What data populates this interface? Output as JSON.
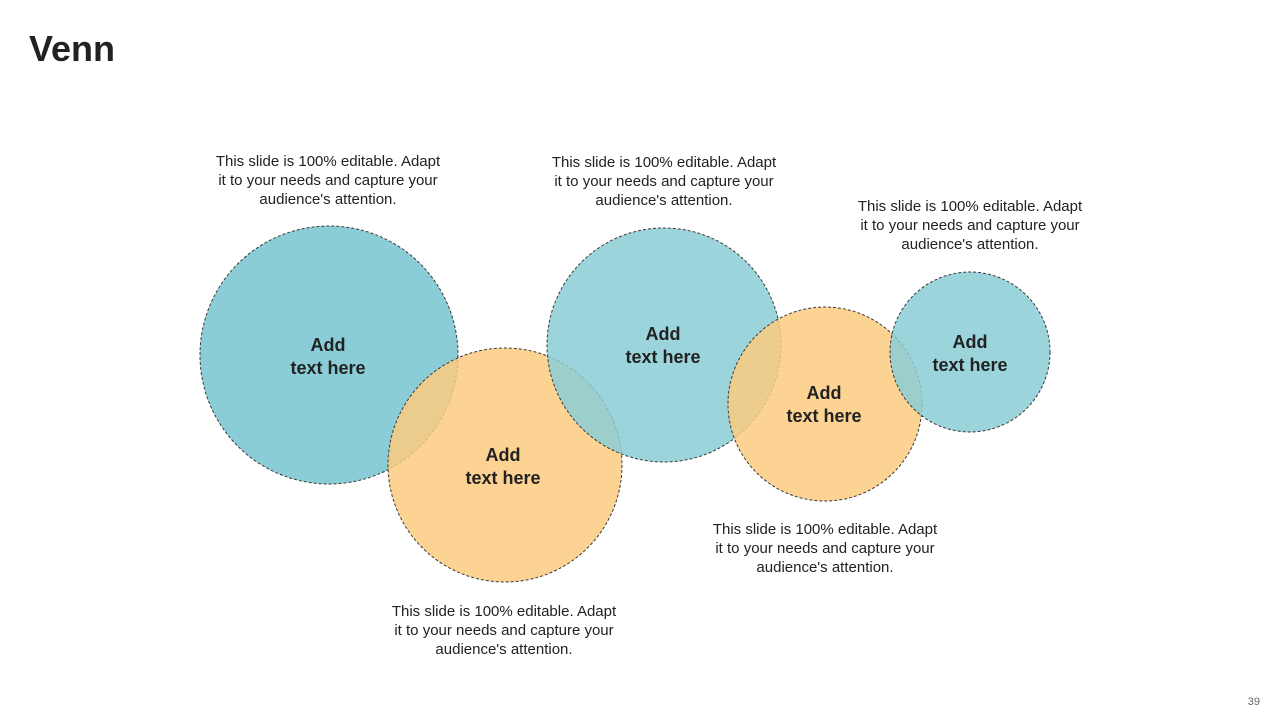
{
  "title": "Venn",
  "page_number": "39",
  "colors": {
    "teal": "#8BCDD6",
    "orange": "#FBCB7F",
    "border": "#3a3a3a"
  },
  "circles": [
    {
      "label_line1": "Add",
      "label_line2": "text here",
      "color": "teal"
    },
    {
      "label_line1": "Add",
      "label_line2": "text here",
      "color": "orange"
    },
    {
      "label_line1": "Add",
      "label_line2": "text here",
      "color": "teal"
    },
    {
      "label_line1": "Add",
      "label_line2": "text here",
      "color": "orange"
    },
    {
      "label_line1": "Add",
      "label_line2": "text here",
      "color": "teal"
    }
  ],
  "descriptions": [
    {
      "lines": [
        "This slide is 100% editable. Adapt",
        "it to your needs and capture your",
        "audience's attention."
      ]
    },
    {
      "lines": [
        "This slide is 100% editable. Adapt",
        "it to your needs and capture your",
        "audience's attention."
      ]
    },
    {
      "lines": [
        "This slide is 100% editable. Adapt",
        "it to your needs and capture your",
        "audience's attention."
      ]
    },
    {
      "lines": [
        "This slide is 100% editable. Adapt",
        "it to your needs and capture your",
        "audience's attention."
      ]
    },
    {
      "lines": [
        "This slide is 100% editable. Adapt",
        "it to your needs and capture your",
        "audience's attention."
      ]
    }
  ]
}
